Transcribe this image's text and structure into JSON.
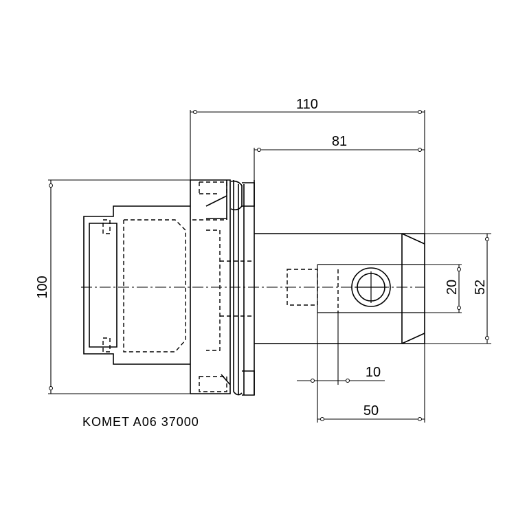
{
  "drawing": {
    "dimensions": {
      "overall_length": "110",
      "shank_length": "81",
      "body_diameter": "100",
      "bore_diameter": "52",
      "screw_diameter": "20",
      "screw_offset": "10",
      "screw_distance": "50"
    },
    "caption": "KOMET A06 37000"
  }
}
